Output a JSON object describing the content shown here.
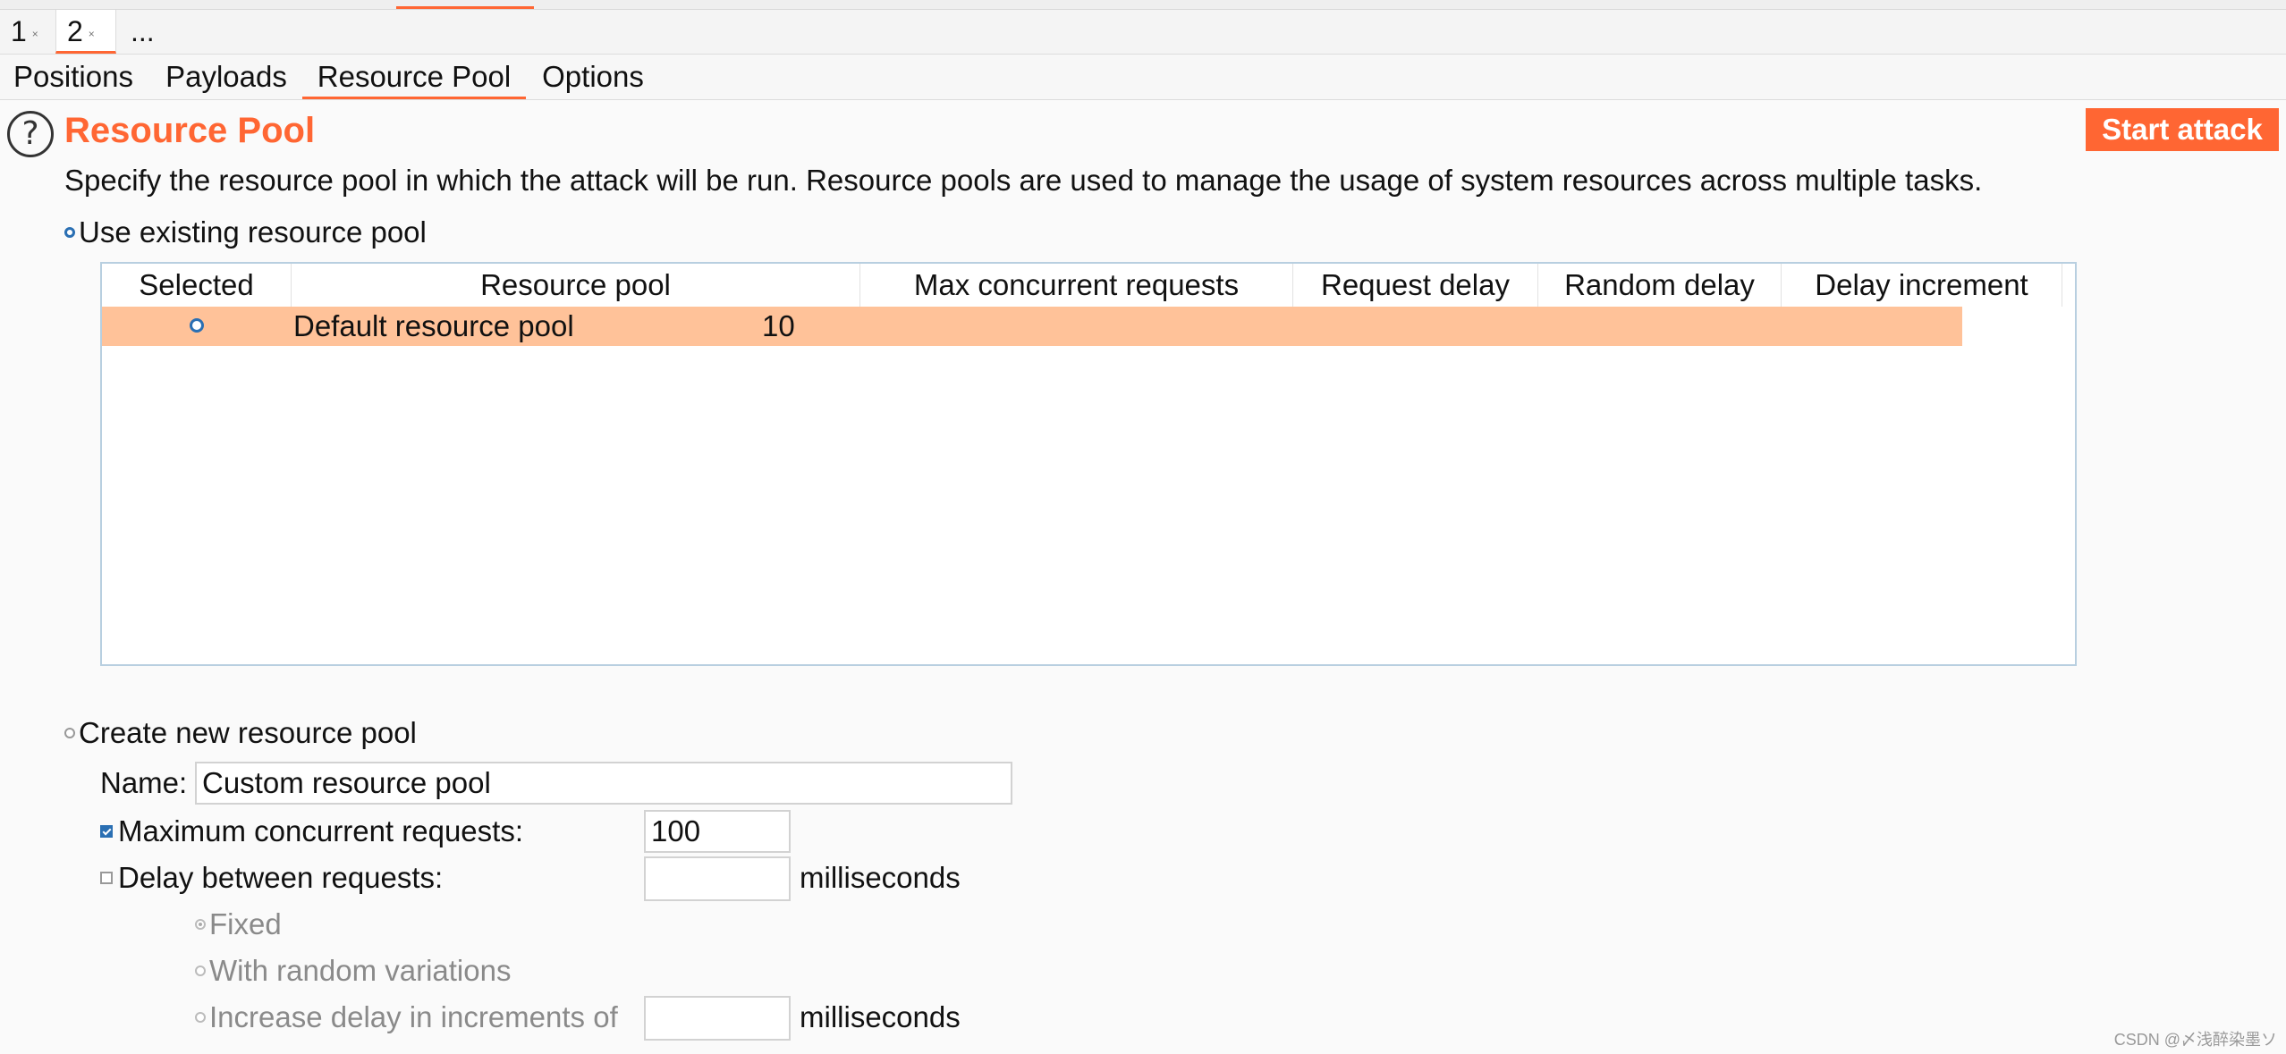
{
  "tabs": {
    "numbered": [
      {
        "label": "1",
        "close": "×"
      },
      {
        "label": "2",
        "close": "×"
      },
      {
        "label": "..."
      }
    ]
  },
  "subtabs": [
    "Positions",
    "Payloads",
    "Resource Pool",
    "Options"
  ],
  "header": {
    "help_glyph": "?",
    "title": "Resource Pool",
    "start_button": "Start attack",
    "description": "Specify the resource pool in which the attack will be run. Resource pools are used to manage the usage of system resources across multiple tasks."
  },
  "existing": {
    "label": "Use existing resource pool",
    "selected": true,
    "columns": [
      "Selected",
      "Resource pool",
      "Max concurrent requests",
      "Request delay",
      "Random delay",
      "Delay increment"
    ],
    "rows": [
      {
        "selected": true,
        "name": "Default resource pool",
        "max": "10",
        "request_delay": "",
        "random_delay": "",
        "delay_increment": ""
      }
    ]
  },
  "create": {
    "label": "Create new resource pool",
    "selected": false,
    "name_label": "Name:",
    "name_value": "Custom resource pool",
    "max_label": "Maximum concurrent requests:",
    "max_checked": true,
    "max_value": "100",
    "delay_label": "Delay between requests:",
    "delay_checked": false,
    "delay_value": "",
    "ms": "milliseconds",
    "fixed_label": "Fixed",
    "random_label": "With random variations",
    "increase_label": "Increase delay in increments of",
    "increase_value": ""
  },
  "watermark": "CSDN @〆浅醉染墨ソ",
  "colors": {
    "accent": "#ff6633",
    "row_highlight": "#ffc299",
    "radio_blue": "#2a6fb3"
  }
}
